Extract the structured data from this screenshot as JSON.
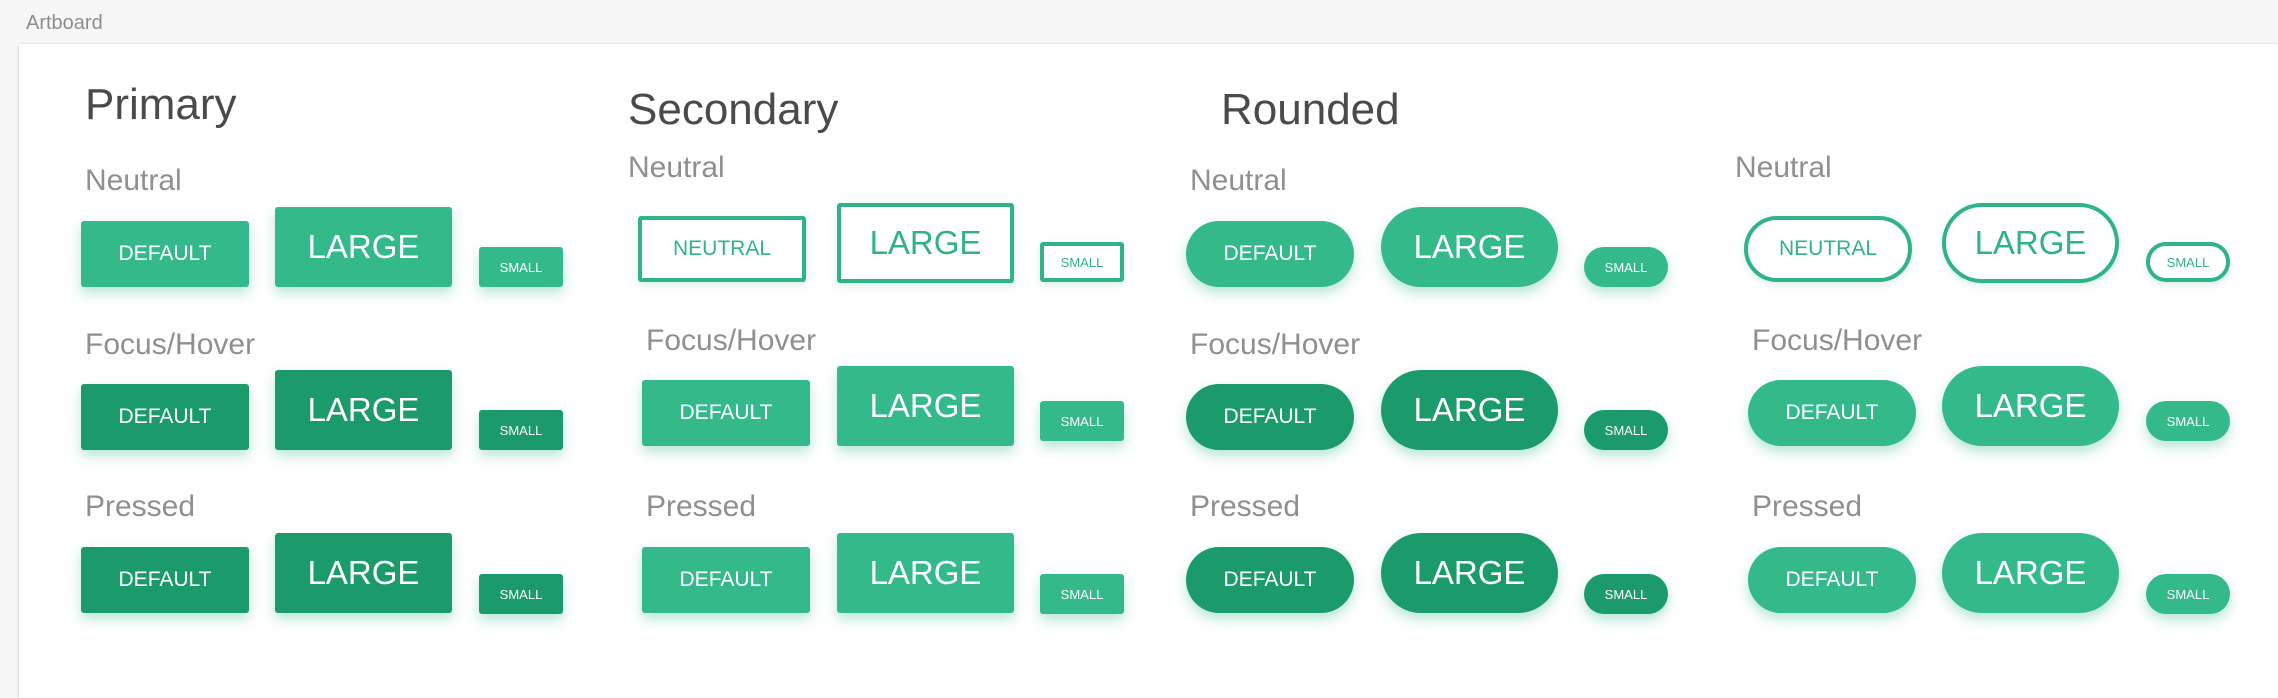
{
  "topbar": {
    "label": "Artboard"
  },
  "colors": {
    "accent": "#34b98b",
    "accent_dark": "#1b9a6c",
    "background": "#f7f7f7"
  },
  "columns": [
    {
      "title": "Primary",
      "rows": [
        {
          "state": "Neutral",
          "buttons": [
            "DEFAULT",
            "LARGE",
            "SMALL"
          ]
        },
        {
          "state": "Focus/Hover",
          "buttons": [
            "DEFAULT",
            "LARGE",
            "SMALL"
          ]
        },
        {
          "state": "Pressed",
          "buttons": [
            "DEFAULT",
            "LARGE",
            "SMALL"
          ]
        }
      ]
    },
    {
      "title": "Secondary",
      "rows": [
        {
          "state": "Neutral",
          "buttons": [
            "NEUTRAL",
            "LARGE",
            "SMALL"
          ]
        },
        {
          "state": "Focus/Hover",
          "buttons": [
            "DEFAULT",
            "LARGE",
            "SMALL"
          ]
        },
        {
          "state": "Pressed",
          "buttons": [
            "DEFAULT",
            "LARGE",
            "SMALL"
          ]
        }
      ]
    },
    {
      "title": "Rounded",
      "rows": [
        {
          "state": "Neutral",
          "buttons": [
            "DEFAULT",
            "LARGE",
            "SMALL"
          ]
        },
        {
          "state": "Focus/Hover",
          "buttons": [
            "DEFAULT",
            "LARGE",
            "SMALL"
          ]
        },
        {
          "state": "Pressed",
          "buttons": [
            "DEFAULT",
            "LARGE",
            "SMALL"
          ]
        }
      ]
    },
    {
      "title": "",
      "rows": [
        {
          "state": "Neutral",
          "buttons": [
            "NEUTRAL",
            "LARGE",
            "SMALL"
          ]
        },
        {
          "state": "Focus/Hover",
          "buttons": [
            "DEFAULT",
            "LARGE",
            "SMALL"
          ]
        },
        {
          "state": "Pressed",
          "buttons": [
            "DEFAULT",
            "LARGE",
            "SMALL"
          ]
        }
      ]
    }
  ]
}
